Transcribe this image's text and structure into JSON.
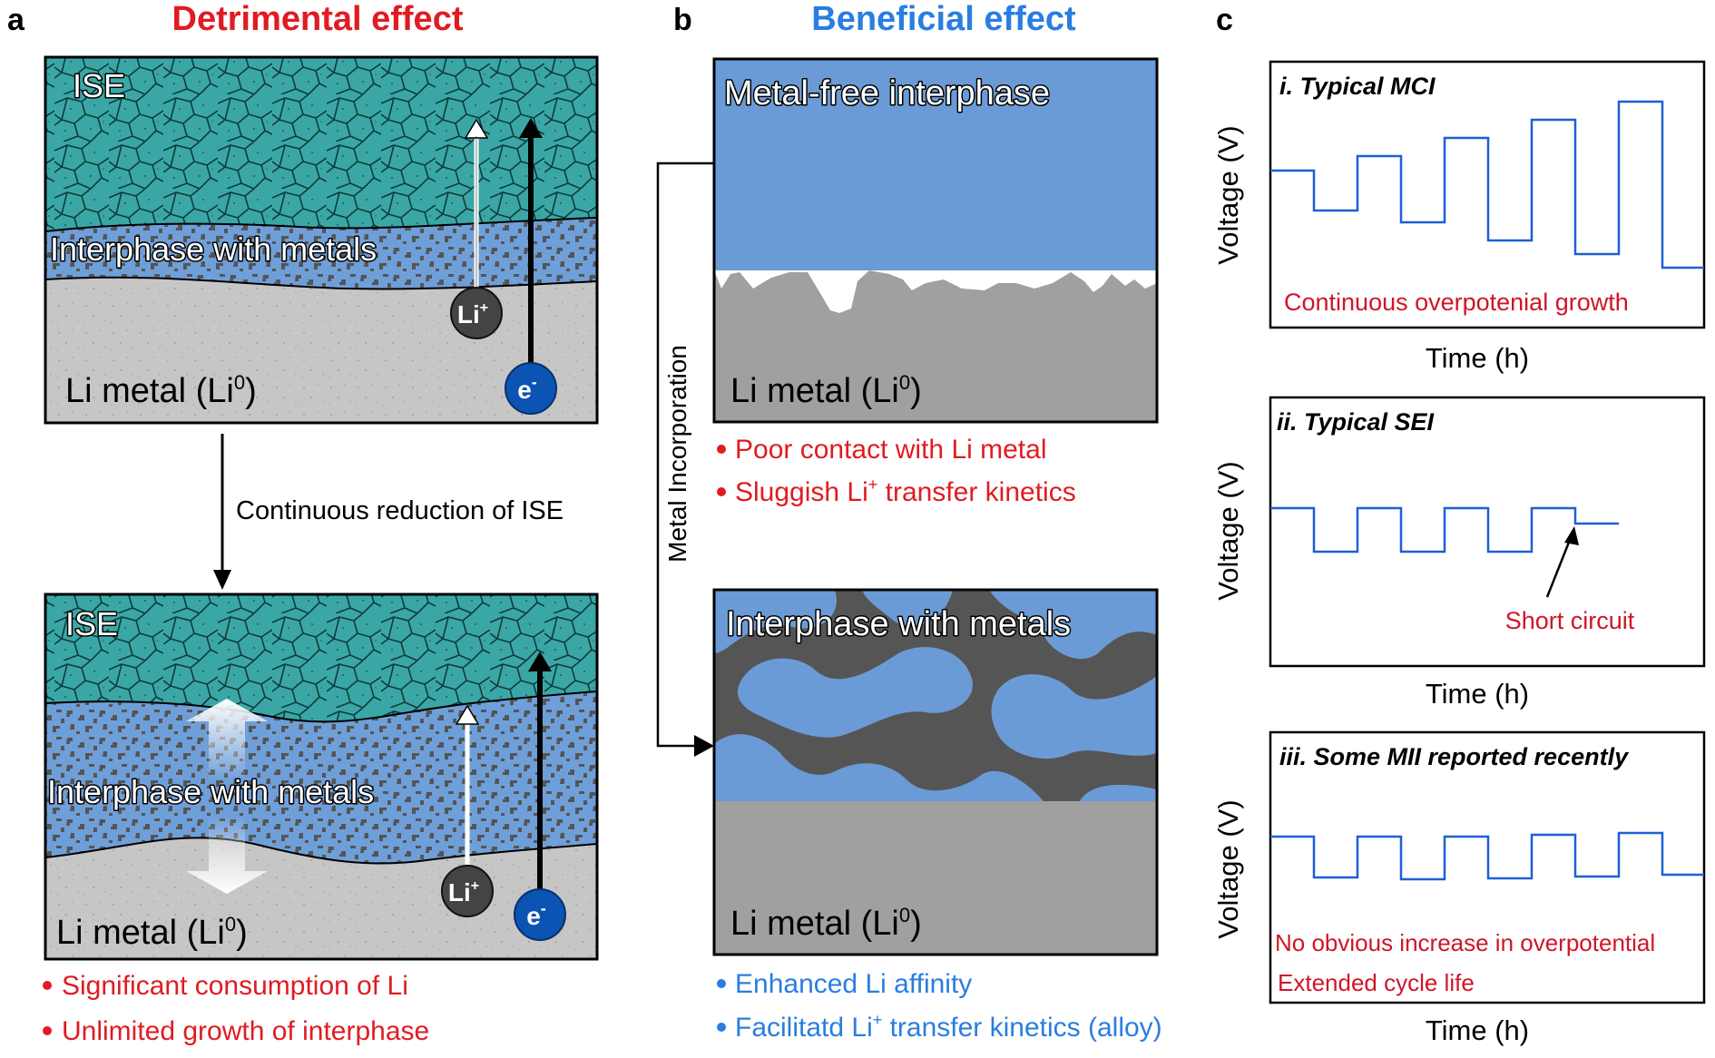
{
  "panels": {
    "a": {
      "letter": "a",
      "title": "Detrimental effect",
      "top": {
        "ise": "ISE",
        "interphase": "Interphase with metals",
        "li_metal": "Li metal (Li",
        "li_metal_sup": "0",
        "li_metal_close": ")",
        "li_ion": "Li",
        "li_ion_sup": "+",
        "electron": "e",
        "electron_sup": "-"
      },
      "arrow_label": "Continuous reduction of ISE",
      "bottom": {
        "ise": "ISE",
        "interphase": "Interphase with metals",
        "li_metal": "Li metal (Li",
        "li_metal_sup": "0",
        "li_metal_close": ")",
        "li_ion": "Li",
        "li_ion_sup": "+",
        "electron": "e",
        "electron_sup": "-"
      },
      "bullets": [
        "Significant consumption of Li",
        "Unlimited growth of interphase"
      ]
    },
    "b": {
      "letter": "b",
      "title": "Beneficial effect",
      "top": {
        "interphase": "Metal-free interphase",
        "li_metal": "Li metal (Li",
        "li_metal_sup": "0",
        "li_metal_close": ")"
      },
      "top_bullet_1": "Poor contact with Li metal",
      "top_bullet_2_pre": "Sluggish Li",
      "top_bullet_2_sup": "+",
      "top_bullet_2_post": " transfer kinetics",
      "side_label": "Metal Incorporation",
      "bottom": {
        "interphase": "Interphase with metals",
        "li_metal": "Li metal (Li",
        "li_metal_sup": "0",
        "li_metal_close": ")"
      },
      "bottom_bullet_1": "Enhanced Li affinity",
      "bottom_bullet_2_pre": "Facilitatd Li",
      "bottom_bullet_2_sup": "+",
      "bottom_bullet_2_post": " transfer kinetics (alloy)"
    },
    "c": {
      "letter": "c",
      "plots": [
        {
          "title": "i. Typical MCI",
          "ylabel": "Voltage (V)",
          "xlabel": "Time (h)",
          "annotation": "Continuous overpotenial growth"
        },
        {
          "title": "ii. Typical SEI",
          "ylabel": "Voltage (V)",
          "xlabel": "Time (h)",
          "annotation": "Short circuit"
        },
        {
          "title": "iii. Some MII reported recently",
          "ylabel": "Voltage (V)",
          "xlabel": "Time (h)",
          "annotation": "No obvious increase in overpotential",
          "annotation_2": "Extended cycle life"
        }
      ]
    }
  },
  "colors": {
    "red": "#e11b22",
    "blue": "#2a7de1",
    "teal": "#2e9c9c",
    "interphase_blue": "#6b9bd6",
    "li_gray": "#c4c4c4",
    "plot_line": "#1f5fd6"
  }
}
